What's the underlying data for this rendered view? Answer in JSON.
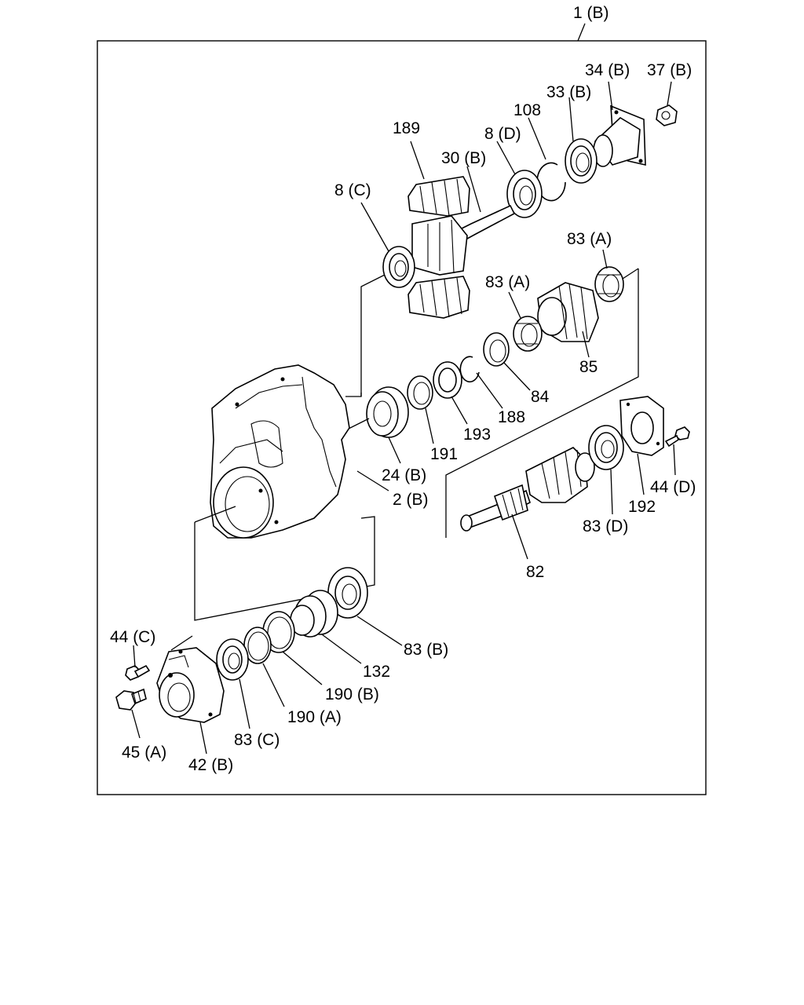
{
  "diagram": {
    "labels": {
      "p1B": "1 (B)",
      "p34B": "34 (B)",
      "p37B": "37 (B)",
      "p33B": "33 (B)",
      "p108": "108",
      "p189": "189",
      "p8D": "8 (D)",
      "p30B": "30 (B)",
      "p8C": "8 (C)",
      "p83A_1": "83 (A)",
      "p83A_2": "83 (A)",
      "p85": "85",
      "p84": "84",
      "p188": "188",
      "p193": "193",
      "p191": "191",
      "p24B": "24 (B)",
      "p2B": "2 (B)",
      "p44D": "44 (D)",
      "p192": "192",
      "p83D": "83 (D)",
      "p82": "82",
      "p83B": "83 (B)",
      "p132": "132",
      "p190B": "190 (B)",
      "p190A": "190 (A)",
      "p44C": "44 (C)",
      "p83C": "83 (C)",
      "p45A": "45 (A)",
      "p42B": "42 (B)"
    }
  }
}
